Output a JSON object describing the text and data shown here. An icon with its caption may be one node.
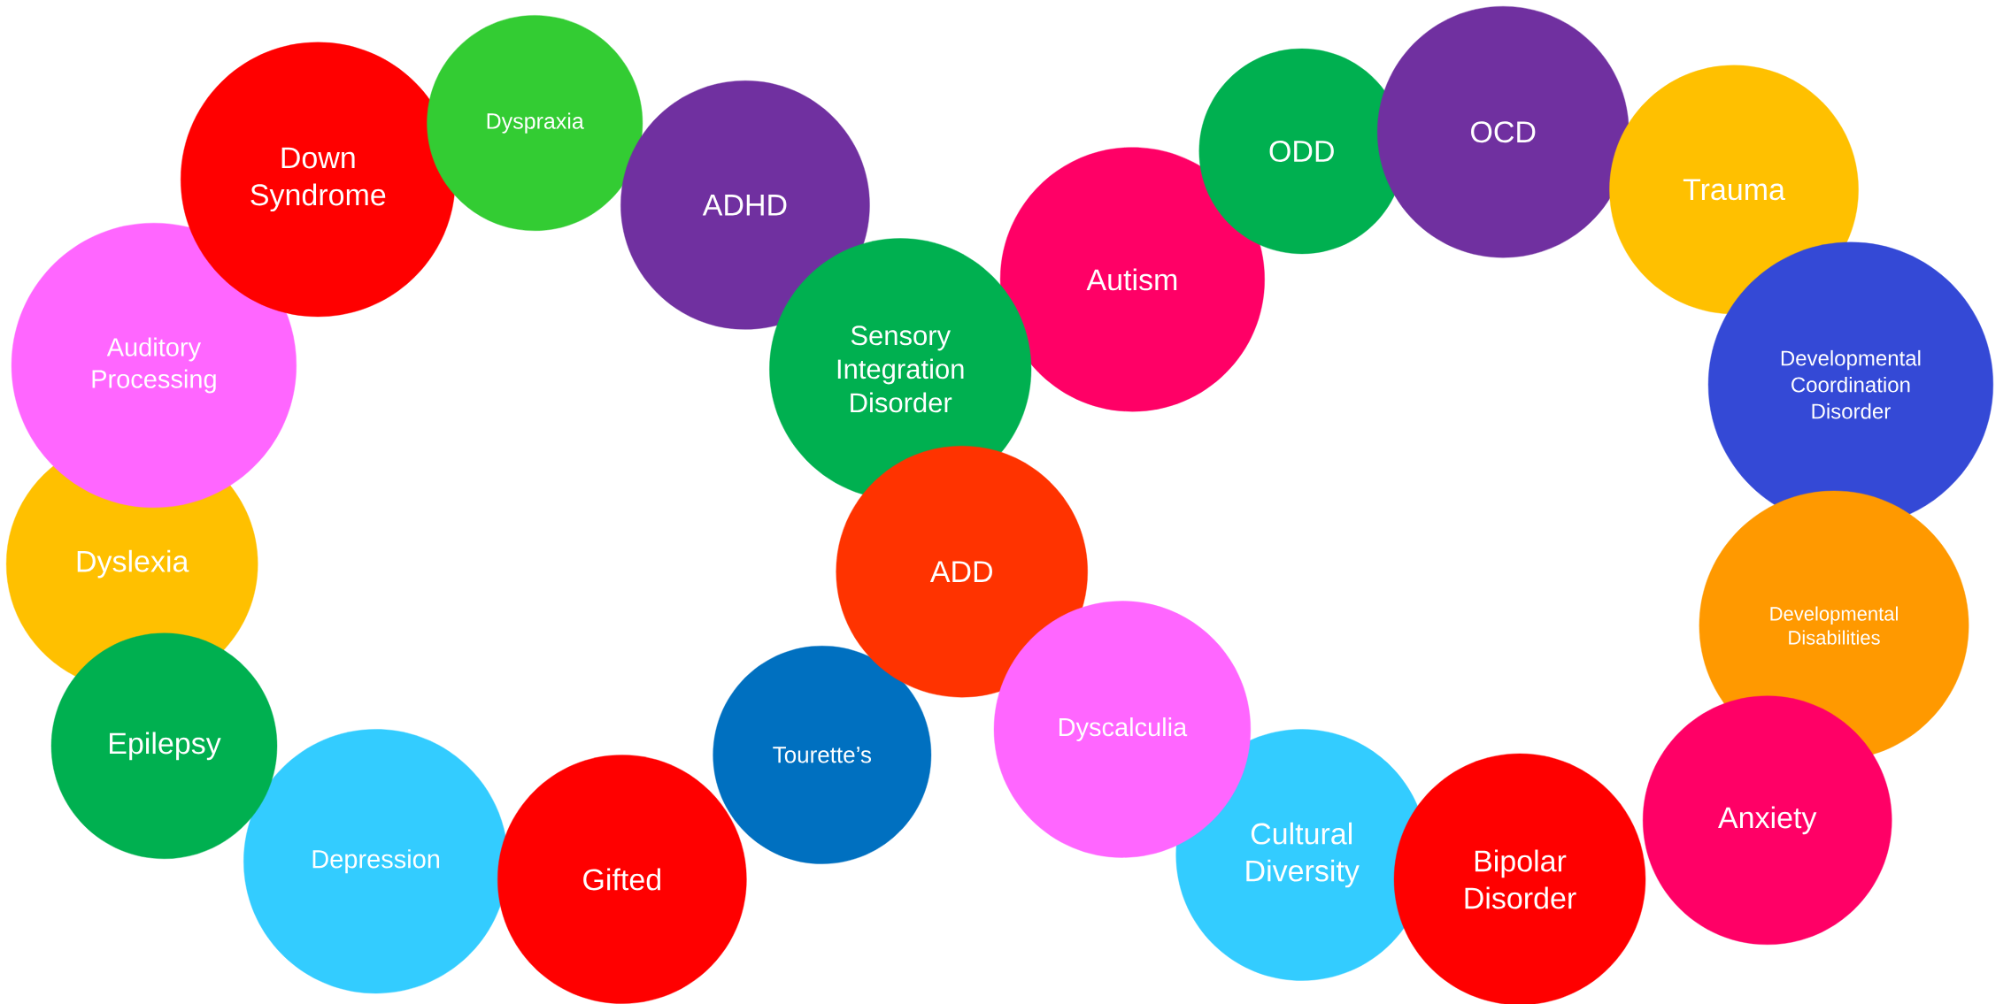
{
  "diagram": {
    "nodes": [
      {
        "text": [
          "Down Syndrome"
        ]
      },
      {
        "text": [
          "Dyspraxia"
        ]
      },
      {
        "text": [
          "ADHD"
        ]
      },
      {
        "text": [
          "ODD"
        ]
      },
      {
        "text": [
          "OCD"
        ]
      },
      {
        "text": [
          "Trauma"
        ]
      },
      {
        "text": [
          "Autism"
        ]
      },
      {
        "text": [
          "Auditory Processing"
        ]
      },
      {
        "text": [
          "Sensory Integration Disorder"
        ]
      },
      {
        "text": [
          "Developmental Coordination Disorder"
        ]
      },
      {
        "text": [
          "Dyslexia"
        ]
      },
      {
        "text": [
          "ADD"
        ]
      },
      {
        "text": [
          "Developmental Disabilities"
        ]
      },
      {
        "text": [
          "Epilepsy"
        ]
      },
      {
        "text": [
          "Dyscalculia"
        ]
      },
      {
        "text": [
          "Tourette’s"
        ]
      },
      {
        "text": [
          "Anxiety"
        ]
      },
      {
        "text": [
          "Cultural Diversity"
        ]
      },
      {
        "text": [
          "Depression"
        ]
      },
      {
        "text": [
          "Bipolar Disorder"
        ]
      },
      {
        "text": [
          "Gifted"
        ]
      }
    ]
  }
}
